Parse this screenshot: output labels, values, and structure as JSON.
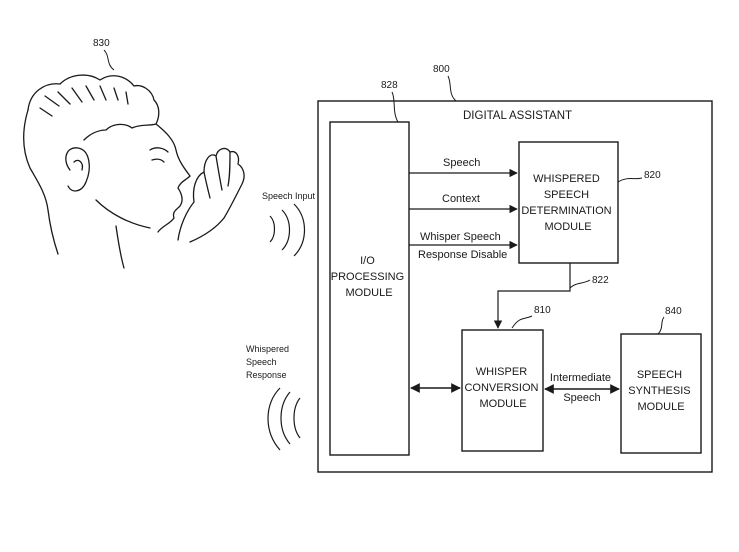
{
  "figure": {
    "person": {
      "ref": "830"
    },
    "speech_input_label": "Speech Input",
    "whispered_response_label": [
      "Whispered",
      "Speech",
      "Response"
    ],
    "assistant": {
      "ref": "800",
      "title": "DIGITAL ASSISTANT"
    },
    "io_module": {
      "ref": "828",
      "lines": [
        "I/O",
        "PROCESSING",
        "MODULE"
      ]
    },
    "whispered_det": {
      "ref": "820",
      "lines": [
        "WHISPERED",
        "SPEECH",
        "DETERMINATION",
        "MODULE"
      ]
    },
    "whisper_conv": {
      "ref": "810",
      "lines": [
        "WHISPER",
        "CONVERSION",
        "MODULE"
      ]
    },
    "speech_synth": {
      "ref": "840",
      "lines": [
        "SPEECH",
        "SYNTHESIS",
        "MODULE"
      ]
    },
    "link_ref": "822",
    "signals": {
      "speech": "Speech",
      "context": "Context",
      "whisper_disable": [
        "Whisper Speech",
        "Response Disable"
      ]
    },
    "intermediate": [
      "Intermediate",
      "Speech"
    ]
  }
}
